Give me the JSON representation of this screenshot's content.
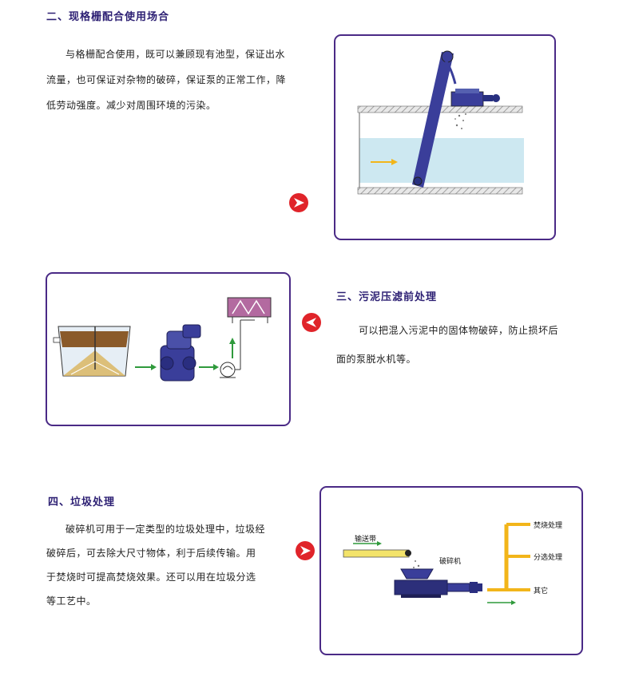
{
  "section2": {
    "heading": "二、现格栅配合使用场合",
    "lines": [
      "与格栅配合使用，既可以兼顾现有池型，保证出水",
      "流量，也可保证对杂物的破碎，保证泵的正常工作，降",
      "低劳动强度。减少对周围环境的污染。"
    ],
    "arrow_icon": "chevron-right-icon"
  },
  "section3": {
    "heading": "三、污泥压滤前处理",
    "lines": [
      "可以把混入污泥中的固体物破碎，防止损坏后",
      "面的泵脱水机等。"
    ],
    "arrow_icon": "chevron-left-icon"
  },
  "section4": {
    "heading": "四、垃圾处理",
    "lines": [
      "破碎机可用于一定类型的垃圾处理中，垃圾经",
      "破碎后，可去除大尺寸物体，利于后续传输。用",
      "于焚烧时可提高焚烧效果。还可以用在垃圾分选",
      "等工艺中。"
    ],
    "arrow_icon": "chevron-right-icon",
    "diagram": {
      "conveyor_label": "输送带",
      "crusher_label": "破碎机",
      "outputs": [
        "焚烧处理",
        "分选处理",
        "其它"
      ]
    }
  },
  "colors": {
    "heading": "#2c1f73",
    "panel_border": "#4a2a86",
    "machine": "#3a3e9a",
    "water": "#cde8f1",
    "arrow_red": "#e0242a",
    "flow_green": "#2f9a3c",
    "output_yellow": "#f2b51a"
  }
}
